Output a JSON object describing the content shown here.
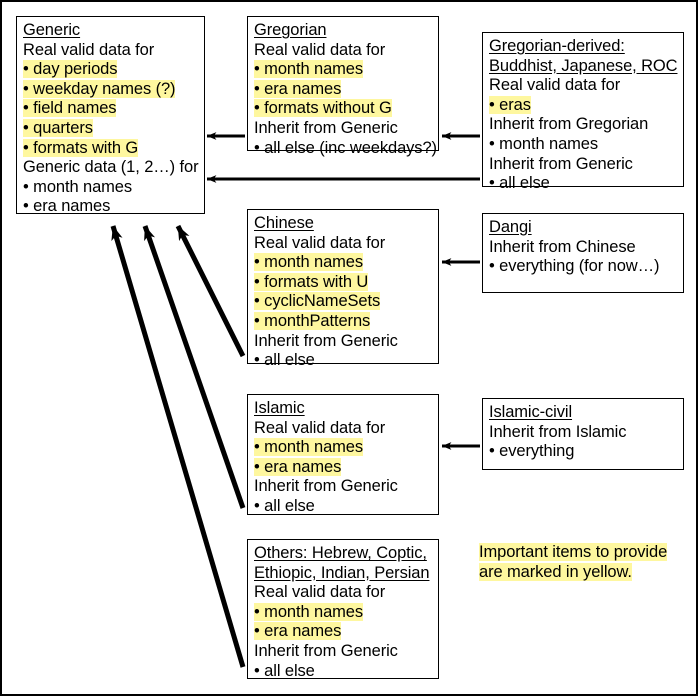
{
  "diagram": {
    "title_note": {
      "lines": [
        "Important items to provide",
        "are marked in yellow."
      ]
    },
    "highlight_color": "#fef79f",
    "boxes": [
      {
        "id": "generic",
        "name": "Generic",
        "lines": [
          {
            "text": "Generic",
            "style": "header"
          },
          {
            "text": "Real valid data for",
            "style": "plain"
          },
          {
            "text": "day periods",
            "style": "bullet-highlight"
          },
          {
            "text": "weekday names (?)",
            "style": "bullet-highlight"
          },
          {
            "text": "field names",
            "style": "bullet-highlight"
          },
          {
            "text": "quarters",
            "style": "bullet-highlight"
          },
          {
            "text": "formats with G",
            "style": "bullet-highlight"
          },
          {
            "text": "Generic data (1, 2…) for",
            "style": "plain"
          },
          {
            "text": "month names",
            "style": "bullet"
          },
          {
            "text": "era names",
            "style": "bullet"
          }
        ]
      },
      {
        "id": "gregorian",
        "name": "Gregorian",
        "lines": [
          {
            "text": "Gregorian",
            "style": "header"
          },
          {
            "text": "Real valid data for",
            "style": "plain"
          },
          {
            "text": "month names",
            "style": "bullet-highlight"
          },
          {
            "text": "era names",
            "style": "bullet-highlight"
          },
          {
            "text": "formats without G",
            "style": "bullet-highlight"
          },
          {
            "text": "Inherit from Generic",
            "style": "plain"
          },
          {
            "text": "all else (inc weekdays?)",
            "style": "bullet"
          }
        ]
      },
      {
        "id": "gregorian-derived",
        "name": "Gregorian-derived: Buddhist, Japanese, ROC",
        "lines": [
          {
            "text": "Gregorian-derived:",
            "style": "header"
          },
          {
            "text": "Buddhist, Japanese, ROC",
            "style": "header"
          },
          {
            "text": "Real valid data for",
            "style": "plain"
          },
          {
            "text": "eras",
            "style": "bullet-highlight"
          },
          {
            "text": "Inherit from Gregorian",
            "style": "plain"
          },
          {
            "text": "month names",
            "style": "bullet"
          },
          {
            "text": "Inherit from Generic",
            "style": "plain"
          },
          {
            "text": "all else",
            "style": "bullet"
          }
        ]
      },
      {
        "id": "chinese",
        "name": "Chinese",
        "lines": [
          {
            "text": "Chinese",
            "style": "header"
          },
          {
            "text": "Real valid data for",
            "style": "plain"
          },
          {
            "text": "month names",
            "style": "bullet-highlight"
          },
          {
            "text": "formats with U",
            "style": "bullet-highlight"
          },
          {
            "text": "cyclicNameSets",
            "style": "bullet-highlight"
          },
          {
            "text": "monthPatterns",
            "style": "bullet-highlight"
          },
          {
            "text": "Inherit from Generic",
            "style": "plain"
          },
          {
            "text": "all else",
            "style": "bullet"
          }
        ]
      },
      {
        "id": "dangi",
        "name": "Dangi",
        "lines": [
          {
            "text": "Dangi",
            "style": "header"
          },
          {
            "text": "Inherit from Chinese",
            "style": "plain"
          },
          {
            "text": "everything (for now…)",
            "style": "bullet"
          }
        ]
      },
      {
        "id": "islamic",
        "name": "Islamic",
        "lines": [
          {
            "text": "Islamic",
            "style": "header"
          },
          {
            "text": "Real valid data for",
            "style": "plain"
          },
          {
            "text": "month names",
            "style": "bullet-highlight"
          },
          {
            "text": "era names",
            "style": "bullet-highlight"
          },
          {
            "text": "Inherit from Generic",
            "style": "plain"
          },
          {
            "text": "all else",
            "style": "bullet"
          }
        ]
      },
      {
        "id": "islamic-civil",
        "name": "Islamic-civil",
        "lines": [
          {
            "text": "Islamic-civil",
            "style": "header"
          },
          {
            "text": "Inherit from Islamic",
            "style": "plain"
          },
          {
            "text": "everything",
            "style": "bullet"
          }
        ]
      },
      {
        "id": "others",
        "name": "Others: Hebrew, Coptic, Ethiopic, Indian, Persian",
        "lines": [
          {
            "text": "Others: Hebrew, Coptic,",
            "style": "header"
          },
          {
            "text": "Ethiopic, Indian, Persian",
            "style": "header"
          },
          {
            "text": "Real valid data for",
            "style": "plain"
          },
          {
            "text": "month names",
            "style": "bullet-highlight"
          },
          {
            "text": "era names",
            "style": "bullet-highlight"
          },
          {
            "text": "Inherit from Generic",
            "style": "plain"
          },
          {
            "text": "all else",
            "style": "bullet"
          }
        ]
      }
    ],
    "arrows": [
      {
        "from": "gregorian",
        "to": "generic",
        "kind": "horizontal"
      },
      {
        "from": "gregorian-derived",
        "to": "gregorian",
        "kind": "horizontal"
      },
      {
        "from": "gregorian-derived",
        "to": "generic",
        "kind": "horizontal-long"
      },
      {
        "from": "dangi",
        "to": "chinese",
        "kind": "horizontal"
      },
      {
        "from": "islamic-civil",
        "to": "islamic",
        "kind": "horizontal"
      },
      {
        "from": "chinese",
        "to": "generic",
        "kind": "diagonal"
      },
      {
        "from": "islamic",
        "to": "generic",
        "kind": "diagonal"
      },
      {
        "from": "others",
        "to": "generic",
        "kind": "diagonal"
      }
    ]
  }
}
